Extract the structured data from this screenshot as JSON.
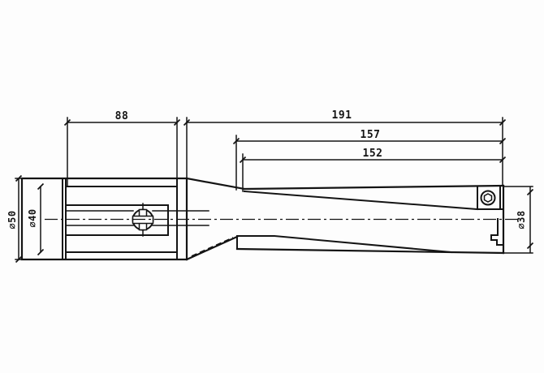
{
  "drawing": {
    "dim_labels": {
      "shank_length": "88",
      "overall_length": "191",
      "usable_length": "157",
      "flute_length": "152",
      "holder_diameter": "⌀50",
      "shank_diameter": "⌀40",
      "drill_diameter": "⌀38"
    },
    "colors": {
      "line": "#141414",
      "background": "#fdfdfd"
    }
  }
}
